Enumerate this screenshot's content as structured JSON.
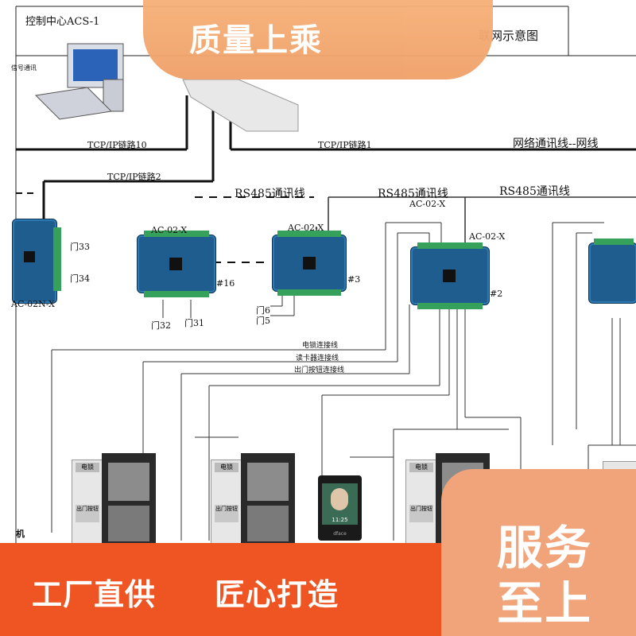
{
  "header": {
    "control_center": "控制中心ACS-1",
    "signal_comm": "信号通讯",
    "diagram_title_partial": "联网示意图"
  },
  "links": {
    "tcp10": "TCP/IP链路10",
    "tcp1": "TCP/IP链路1",
    "tcp2": "TCP/IP链路2",
    "network_line": "网络通讯线--网线"
  },
  "rs485": {
    "a": "RS485通讯线",
    "b": "RS485通讯线",
    "c": "RS485通讯线"
  },
  "controllers": {
    "left_partial": "AC-02N-X",
    "c16": "AC-02-X",
    "c3": "AC-02-X",
    "c2_top": "AC-02-X",
    "c2_side": "AC-02-X",
    "n16": "#16",
    "n3": "#3",
    "n2": "#2"
  },
  "doors": {
    "d33": "门33",
    "d34": "门34",
    "d32": "门32",
    "d31": "门31",
    "d6": "门6",
    "d5": "门5"
  },
  "wires": {
    "lock": "电锁连接线",
    "reader": "读卡器连接线",
    "exit_button": "出门按钮连接线"
  },
  "panel_text": {
    "lock": "电锁",
    "exit": "出门按钮"
  },
  "face_device": {
    "time": "11:25",
    "brand": "dface"
  },
  "misc": {
    "machine": "机"
  },
  "overlay": {
    "top_banner": "质量上乘",
    "bottom_left_1": "工厂直供",
    "bottom_left_2": "匠心打造",
    "service_1": "服务",
    "service_2": "至上"
  },
  "colors": {
    "banner_orange": "#f0a16a",
    "bottom_red": "#ee5522",
    "board_blue": "#1f5d8f",
    "terminal_green": "#36a15a"
  }
}
